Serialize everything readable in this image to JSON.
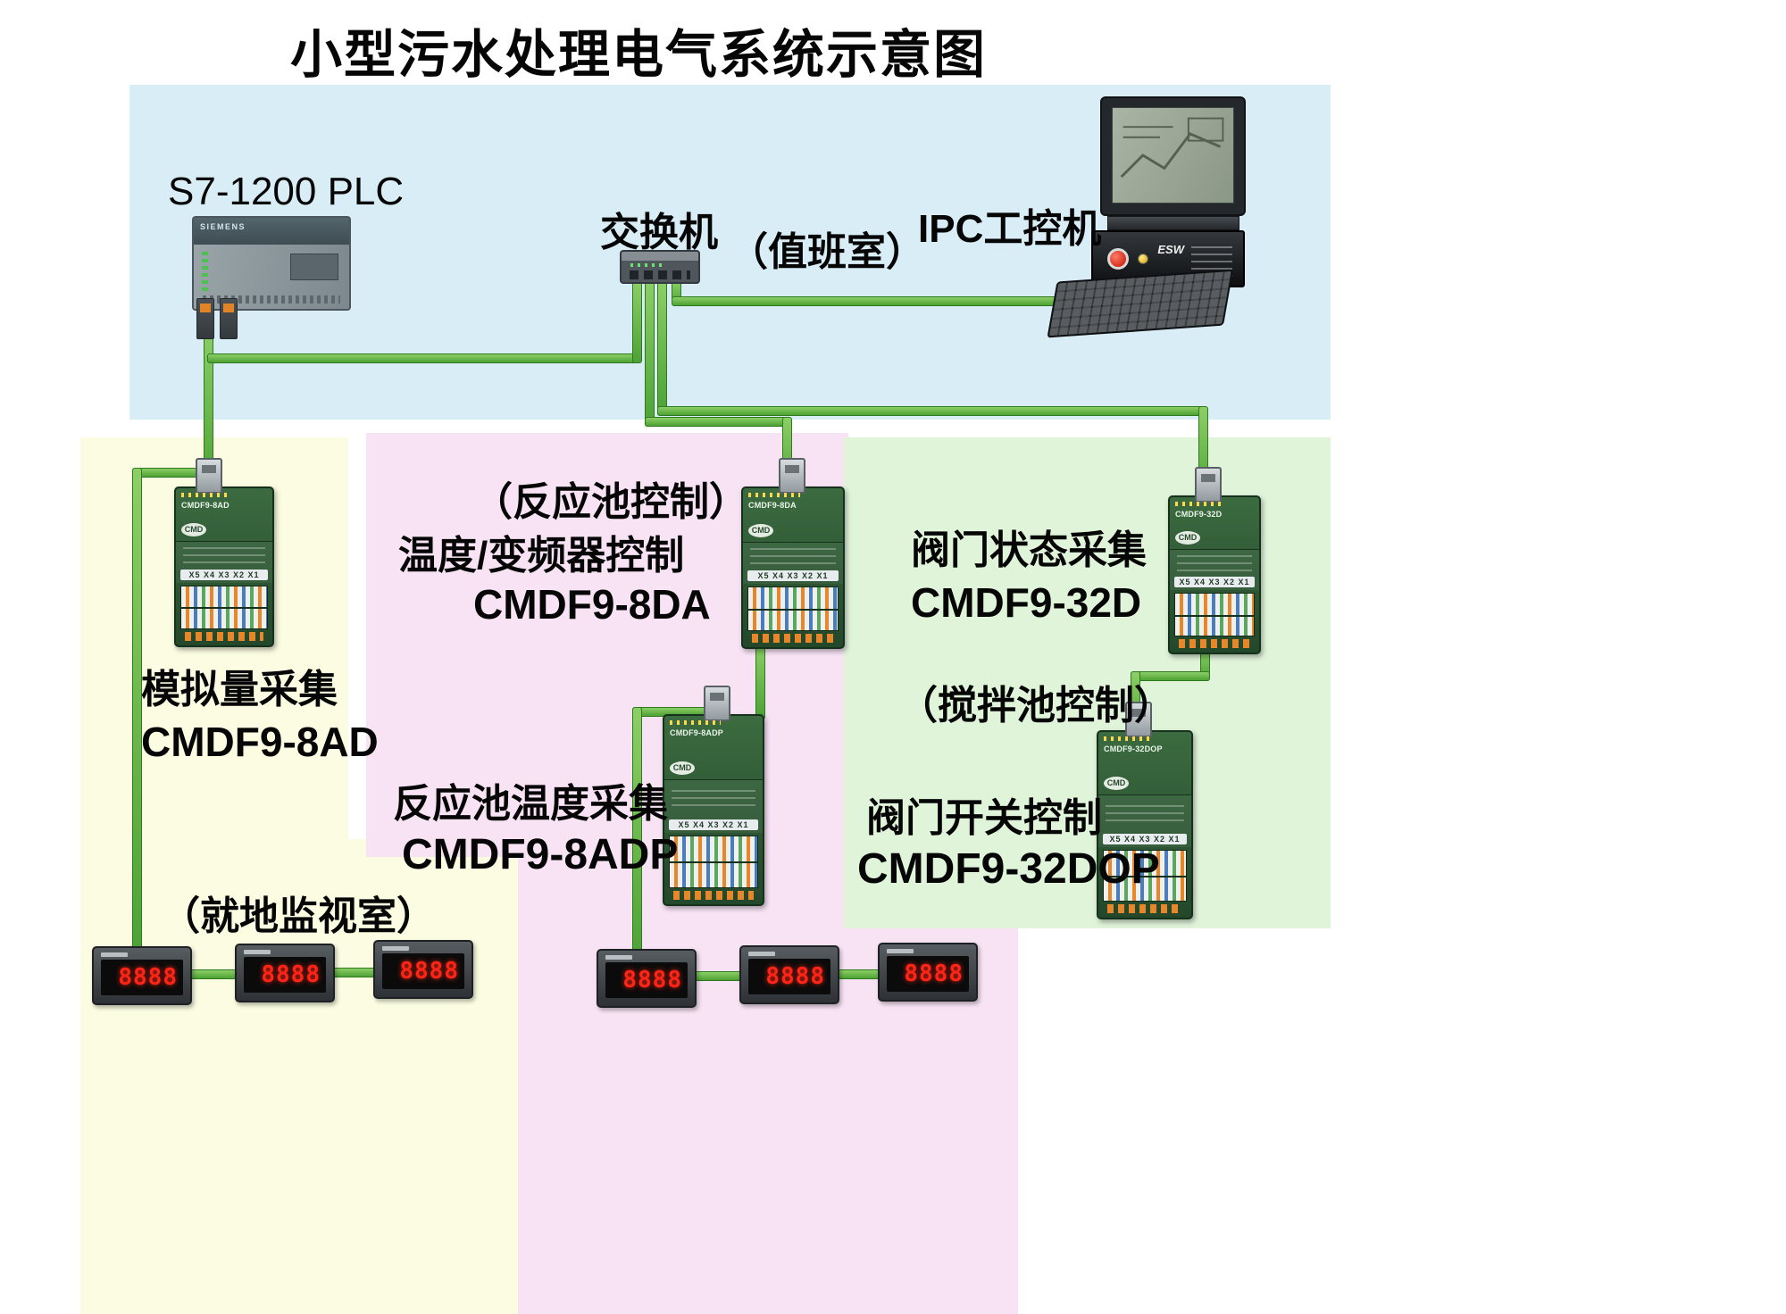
{
  "title": "小型污水处理电气系统示意图",
  "control_room": {
    "plc_label": "S7-1200  PLC",
    "switch_label": "交换机",
    "room_label": "（值班室）",
    "ipc_label": "IPC工控机",
    "plc_brand": "SIEMENS",
    "ipc_front_text": "ESW"
  },
  "analog_zone": {
    "function_label": "模拟量采集",
    "model_label": "CMDF9-8AD",
    "room_label": "（就地监视室）"
  },
  "reaction_zone": {
    "room_label": "（反应池控制）",
    "upper_function_label": "温度/变频器控制",
    "upper_model_label": "CMDF9-8DA",
    "lower_function_label": "反应池温度采集",
    "lower_model_label": "CMDF9-8ADP"
  },
  "valve_zone": {
    "upper_function_label": "阀门状态采集",
    "upper_model_label": "CMDF9-32D",
    "room_label": "（搅拌池控制）",
    "lower_function_label": "阀门开关控制",
    "lower_model_label": "CMDF9-32DOP"
  },
  "modules": {
    "m8ad": {
      "model": "CMDF9-8AD",
      "xrow": "X5 X4 X3 X2 X1"
    },
    "m8da": {
      "model": "CMDF9-8DA",
      "xrow": "X5 X4 X3 X2 X1"
    },
    "m8adp": {
      "model": "CMDF9-8ADP",
      "xrow": "X5 X4 X3 X2 X1"
    },
    "m32d": {
      "model": "CMDF9-32D",
      "xrow": "X5 X4 X3 X2 X1"
    },
    "m32dop": {
      "model": "CMDF9-32DOP",
      "xrow": "X5 X4 X3 X2 X1"
    }
  },
  "module_logo": "CMD",
  "meter_digits": "8888",
  "colors": {
    "blue_bg": "#d9edf6",
    "yellow_bg": "#fbfce1",
    "pink_bg": "#f8e3f5",
    "green_bg": "#e0f4da",
    "cable_green": "#4da235"
  }
}
